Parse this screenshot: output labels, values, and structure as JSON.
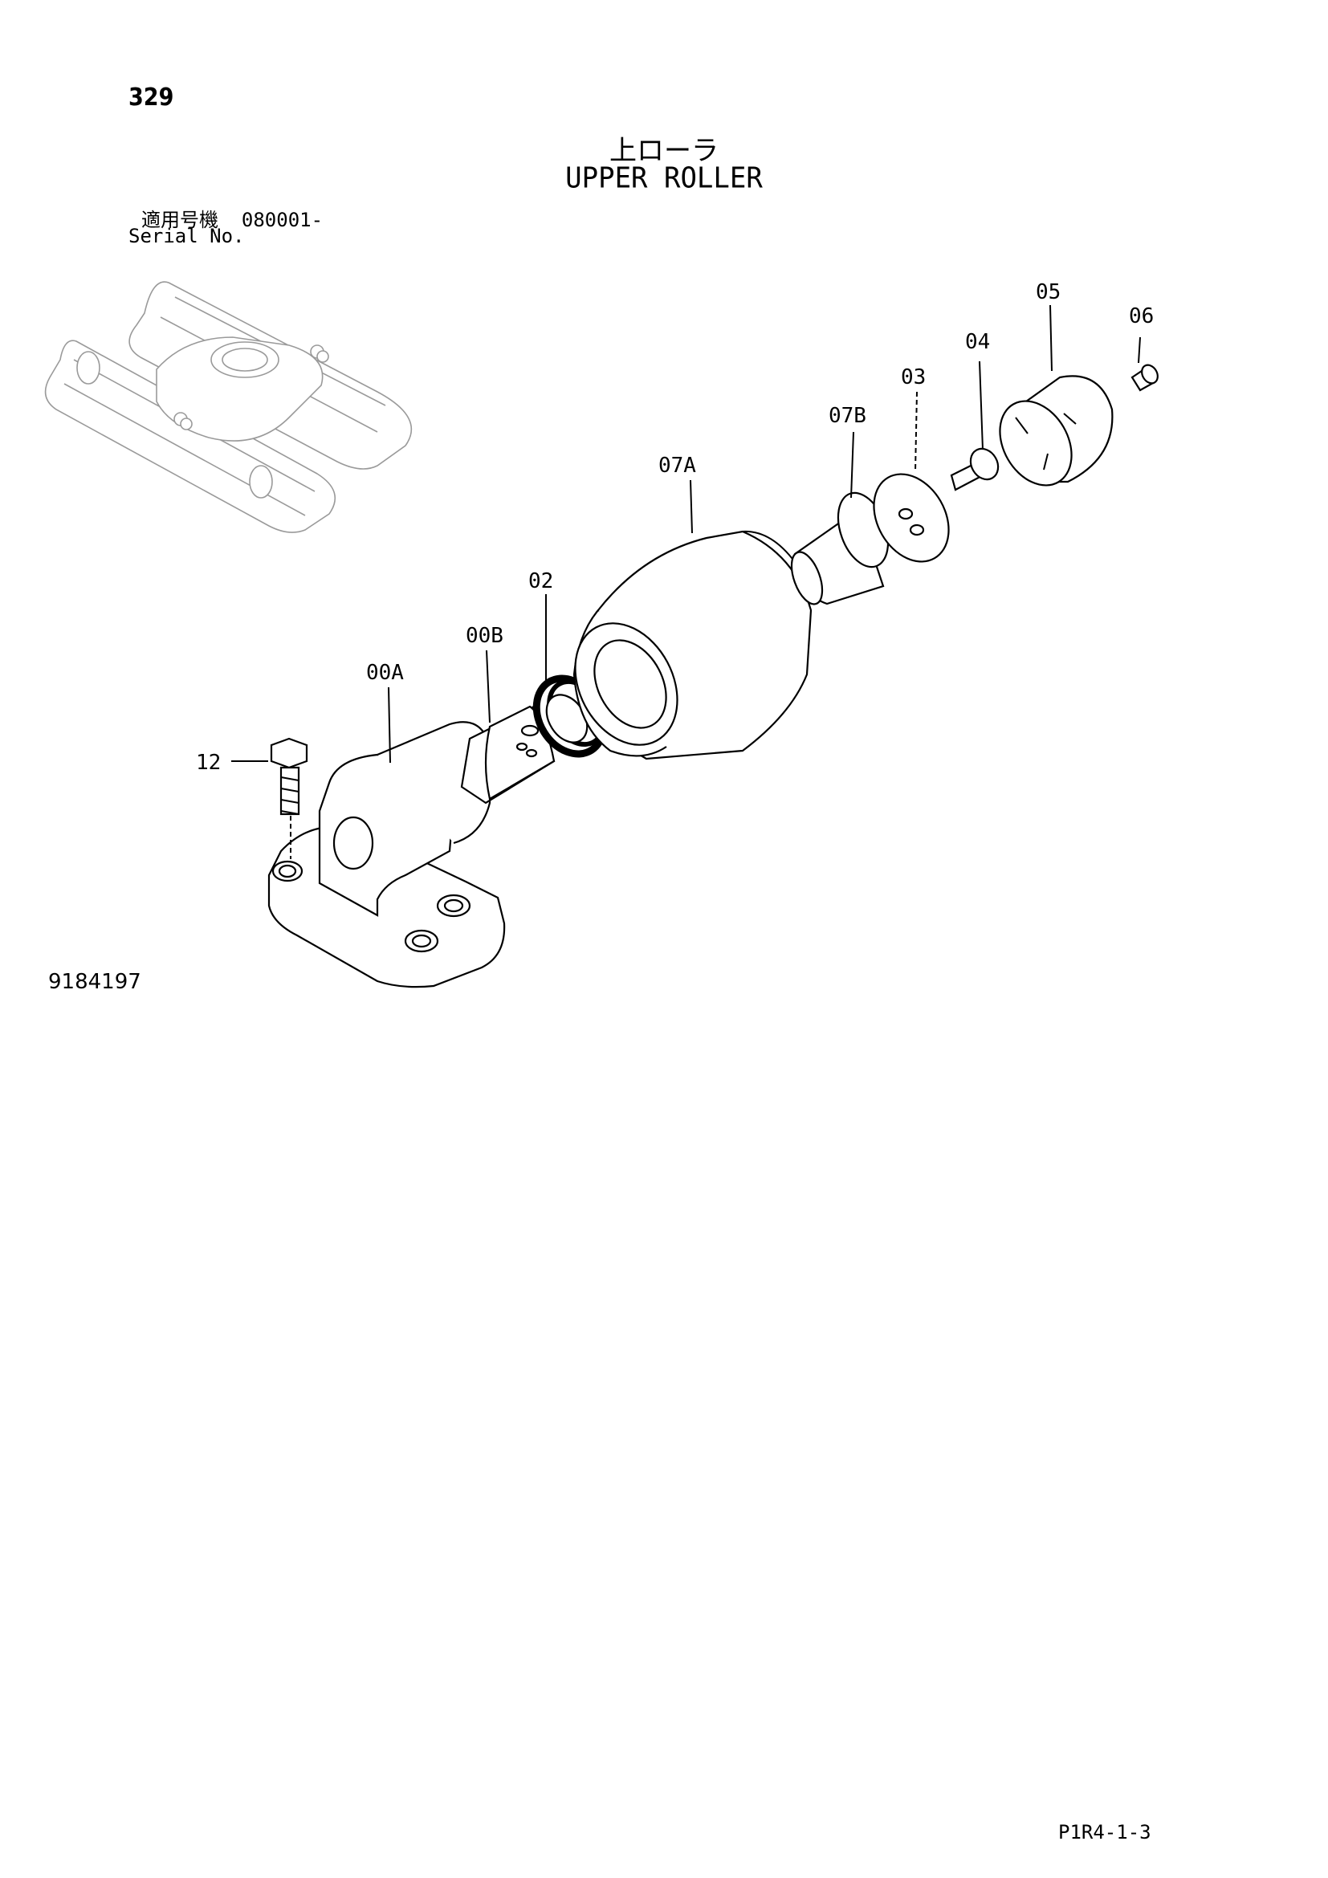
{
  "header": {
    "page_number": "329",
    "title_jp": "上ローラ",
    "title_en": "UPPER ROLLER",
    "serial_label_jp": "適用号機",
    "serial_value": "080001-",
    "serial_label_en": "Serial No."
  },
  "footer": {
    "drawing_number": "9184197",
    "sheet_reference": "P1R4-1-3"
  },
  "callouts": [
    {
      "id": "05",
      "label": "05"
    },
    {
      "id": "06",
      "label": "06"
    },
    {
      "id": "04",
      "label": "04"
    },
    {
      "id": "03",
      "label": "03"
    },
    {
      "id": "07B",
      "label": "07B"
    },
    {
      "id": "07A",
      "label": "07A"
    },
    {
      "id": "02",
      "label": "02"
    },
    {
      "id": "00B",
      "label": "00B"
    },
    {
      "id": "00A",
      "label": "00A"
    },
    {
      "id": "12",
      "label": "12"
    }
  ]
}
